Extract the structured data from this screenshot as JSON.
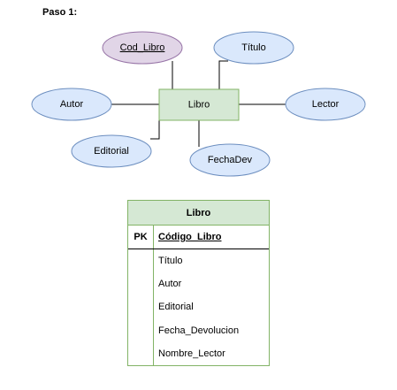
{
  "step_title": "Paso 1:",
  "diagram": {
    "entity": "Libro",
    "attributes": [
      {
        "id": "cod_libro",
        "label": "Cod_Libro",
        "key": true
      },
      {
        "id": "titulo",
        "label": "Título",
        "key": false
      },
      {
        "id": "autor",
        "label": "Autor",
        "key": false
      },
      {
        "id": "lector",
        "label": "Lector",
        "key": false
      },
      {
        "id": "editorial",
        "label": "Editorial",
        "key": false
      },
      {
        "id": "fechadev",
        "label": "FechaDev",
        "key": false
      }
    ]
  },
  "table": {
    "name": "Libro",
    "pk_label": "PK",
    "pk_field": "Código_Libro",
    "fields": [
      "Título",
      "Autor",
      "Editorial",
      "Fecha_Devolucion",
      "Nombre_Lector"
    ]
  },
  "colors": {
    "entity_fill": "#d5e8d4",
    "entity_stroke": "#82b366",
    "attribute_fill": "#dae8fc",
    "attribute_stroke": "#6c8ebf",
    "key_fill": "#e1d5e7",
    "key_stroke": "#9673a6"
  }
}
